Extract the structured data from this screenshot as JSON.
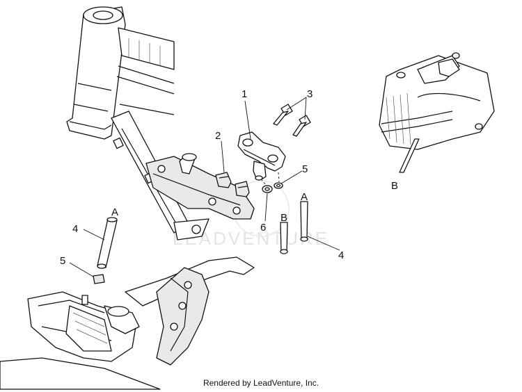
{
  "watermark": "LEADVENTURE",
  "footer_text": "Rendered by LeadVenture, Inc.",
  "callouts": {
    "c1": "1",
    "c2": "2",
    "c3": "3",
    "c4_right": "4",
    "c4_left": "4",
    "c5_right": "5",
    "c5_left": "5",
    "c6": "6",
    "A_left": "A",
    "A_right": "A",
    "B_mid": "B",
    "B_right": "B"
  }
}
